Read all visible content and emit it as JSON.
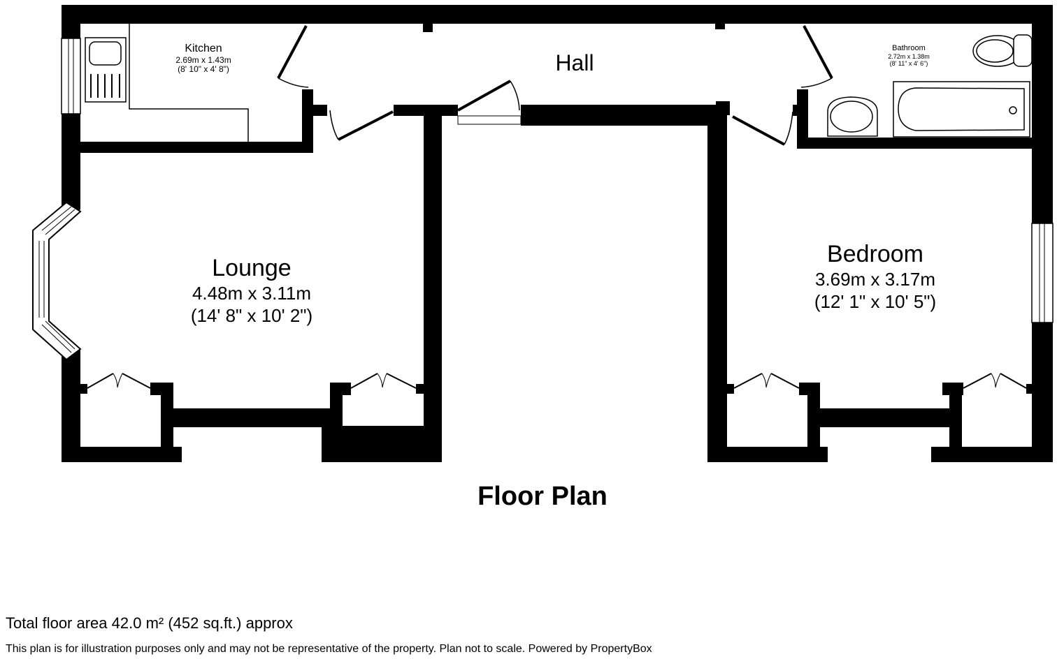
{
  "plan": {
    "title": "Floor Plan",
    "wall_color": "#000000",
    "background": "#ffffff"
  },
  "rooms": {
    "kitchen": {
      "name": "Kitchen",
      "metric": "2.69m x 1.43m",
      "imperial": "(8' 10\" x 4' 8\")"
    },
    "hall": {
      "name": "Hall"
    },
    "bathroom": {
      "name": "Bathroom",
      "metric": "2.72m x 1.38m",
      "imperial": "(8' 11\" x 4' 6\")"
    },
    "lounge": {
      "name": "Lounge",
      "metric": "4.48m x 3.11m",
      "imperial": "(14' 8\" x 10' 2\")"
    },
    "bedroom": {
      "name": "Bedroom",
      "metric": "3.69m x 3.17m",
      "imperial": "(12' 1\" x 10' 5\")"
    }
  },
  "footer": {
    "total_area": "Total floor area 42.0 m² (452 sq.ft.) approx",
    "disclaimer": "This plan is for illustration purposes only and may not be representative of the property. Plan not to scale. Powered by PropertyBox"
  }
}
